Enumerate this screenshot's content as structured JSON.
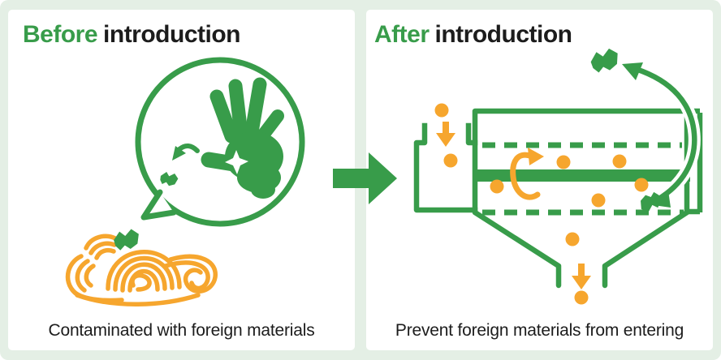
{
  "colors": {
    "green": "#389c4a",
    "orange": "#f6a62e",
    "background": "#e4efe5",
    "panel": "#ffffff",
    "text": "#1c1c1c"
  },
  "panels": {
    "before": {
      "title_highlight": "Before",
      "title_rest": "introduction",
      "caption": "Contaminated with foreign materials"
    },
    "after": {
      "title_highlight": "After",
      "title_rest": "introduction",
      "caption": "Prevent foreign materials from entering"
    }
  },
  "icons": {
    "transition": "right-block-arrow",
    "before_illustration": "hand-picking-foreign-material-speech-bubble",
    "food": "noodles",
    "contaminant": "foreign-material-fragment",
    "after_illustration": "sorter-machine-with-funnel",
    "particles": "falling-food-particles"
  }
}
